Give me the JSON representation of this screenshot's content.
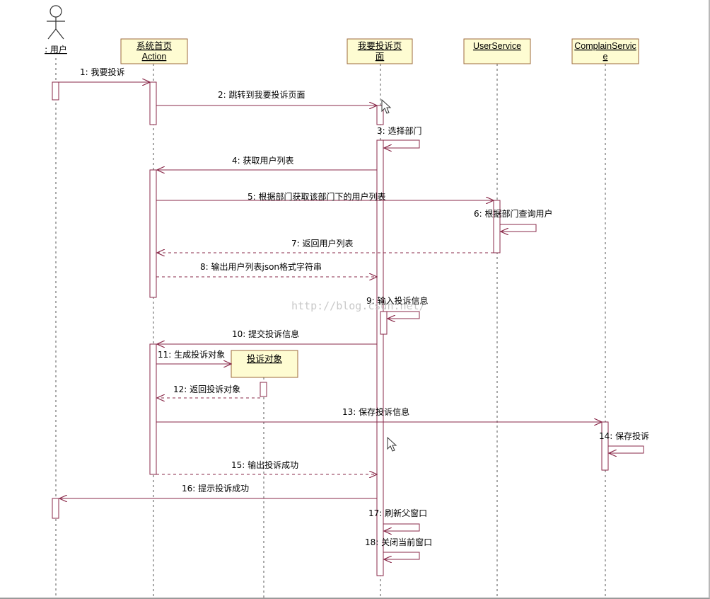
{
  "colors": {
    "object_fill": "#fefcd2",
    "object_border": "#9c6a3c",
    "message": "#8a2a4a",
    "lifeline": "#555555",
    "activation_fill": "#ffffff",
    "activation_border": "#8a2a4a"
  },
  "actor": {
    "label": ": 用户",
    "icon": "stick-figure-actor-icon"
  },
  "objects": [
    {
      "id": "action",
      "lines": [
        "系统首页",
        "Action"
      ]
    },
    {
      "id": "page",
      "lines": [
        "我要投诉页",
        "面"
      ]
    },
    {
      "id": "userservice",
      "lines": [
        "UserService"
      ]
    },
    {
      "id": "complainservice",
      "lines": [
        "ComplainServic",
        "e"
      ]
    },
    {
      "id": "complaint",
      "lines": [
        "投诉对象"
      ]
    }
  ],
  "messages": [
    {
      "num": "1",
      "text": "1: 我要投诉"
    },
    {
      "num": "2",
      "text": "2: 跳转到我要投诉页面"
    },
    {
      "num": "3",
      "text": "3: 选择部门"
    },
    {
      "num": "4",
      "text": "4: 获取用户列表"
    },
    {
      "num": "5",
      "text": "5: 根据部门获取该部门下的用户列表"
    },
    {
      "num": "6",
      "text": "6: 根据部门查询用户"
    },
    {
      "num": "7",
      "text": "7: 返回用户列表"
    },
    {
      "num": "8",
      "text": "8: 输出用户列表json格式字符串"
    },
    {
      "num": "9",
      "text": "9: 输入投诉信息"
    },
    {
      "num": "10",
      "text": "10: 提交投诉信息"
    },
    {
      "num": "11",
      "text": "11: 生成投诉对象"
    },
    {
      "num": "12",
      "text": "12: 返回投诉对象"
    },
    {
      "num": "13",
      "text": "13: 保存投诉信息"
    },
    {
      "num": "14",
      "text": "14: 保存投诉"
    },
    {
      "num": "15",
      "text": "15: 输出投诉成功"
    },
    {
      "num": "16",
      "text": "16: 提示投诉成功"
    },
    {
      "num": "17",
      "text": "17: 刷新父窗口"
    },
    {
      "num": "18",
      "text": "18: 关闭当前窗口"
    }
  ],
  "watermark": "http://blog.csdn.net/"
}
